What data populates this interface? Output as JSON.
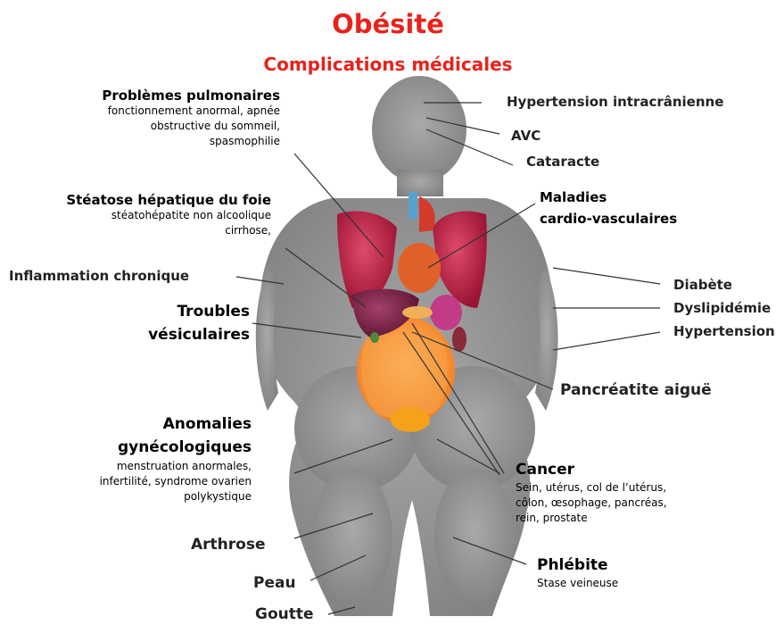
{
  "title": "Obésité",
  "subtitle": "Complications médicales",
  "left": {
    "pulmonaires": {
      "heading": "Problèmes pulmonaires",
      "details": [
        "fonctionnement anormal, apnée",
        "obstructive du sommeil,",
        "spasmophilie"
      ]
    },
    "steatose": {
      "heading": "Stéatose hépatique du foie",
      "details": [
        "stéatohépatite non alcoolique",
        "cirrhose,"
      ]
    },
    "inflammation": {
      "heading": "Inflammation chronique"
    },
    "troubles": {
      "heading": [
        "Troubles",
        "vésiculaires"
      ]
    },
    "gyneco": {
      "heading": [
        "Anomalies",
        "gynécologiques"
      ],
      "details": [
        "menstruation anormales,",
        "infertilité, syndrome ovarien",
        "polykystique"
      ]
    },
    "arthrose": {
      "heading": "Arthrose"
    },
    "peau": {
      "heading": "Peau"
    },
    "goutte": {
      "heading": "Goutte"
    }
  },
  "right": {
    "hic": {
      "heading": "Hypertension intracrânienne"
    },
    "avc": {
      "heading": "AVC"
    },
    "cataracte": {
      "heading": "Cataracte"
    },
    "cardio": {
      "heading": [
        "Maladies",
        "cardio-vasculaires"
      ]
    },
    "diabete": {
      "heading": "Diabète"
    },
    "dyslipidemie": {
      "heading": "Dyslipidémie"
    },
    "hypertension": {
      "heading": "Hypertension"
    },
    "pancreatite": {
      "heading": "Pancréatite aiguë"
    },
    "cancer": {
      "heading": "Cancer",
      "details": [
        "Sein, utérus, col de l’utérus,",
        "côlon, œsophage, pancréas,",
        "rein, prostate"
      ]
    },
    "phlebite": {
      "heading": "Phlébite",
      "details": [
        "Stase veineuse"
      ]
    }
  },
  "colors": {
    "title": "#e8221c",
    "silhouette": "#8f8f8f",
    "lungs": "#b51d3f",
    "liver": "#7b2045",
    "intestine": "#f59332",
    "heart": "#e0502a",
    "leader_line": "#333333"
  }
}
